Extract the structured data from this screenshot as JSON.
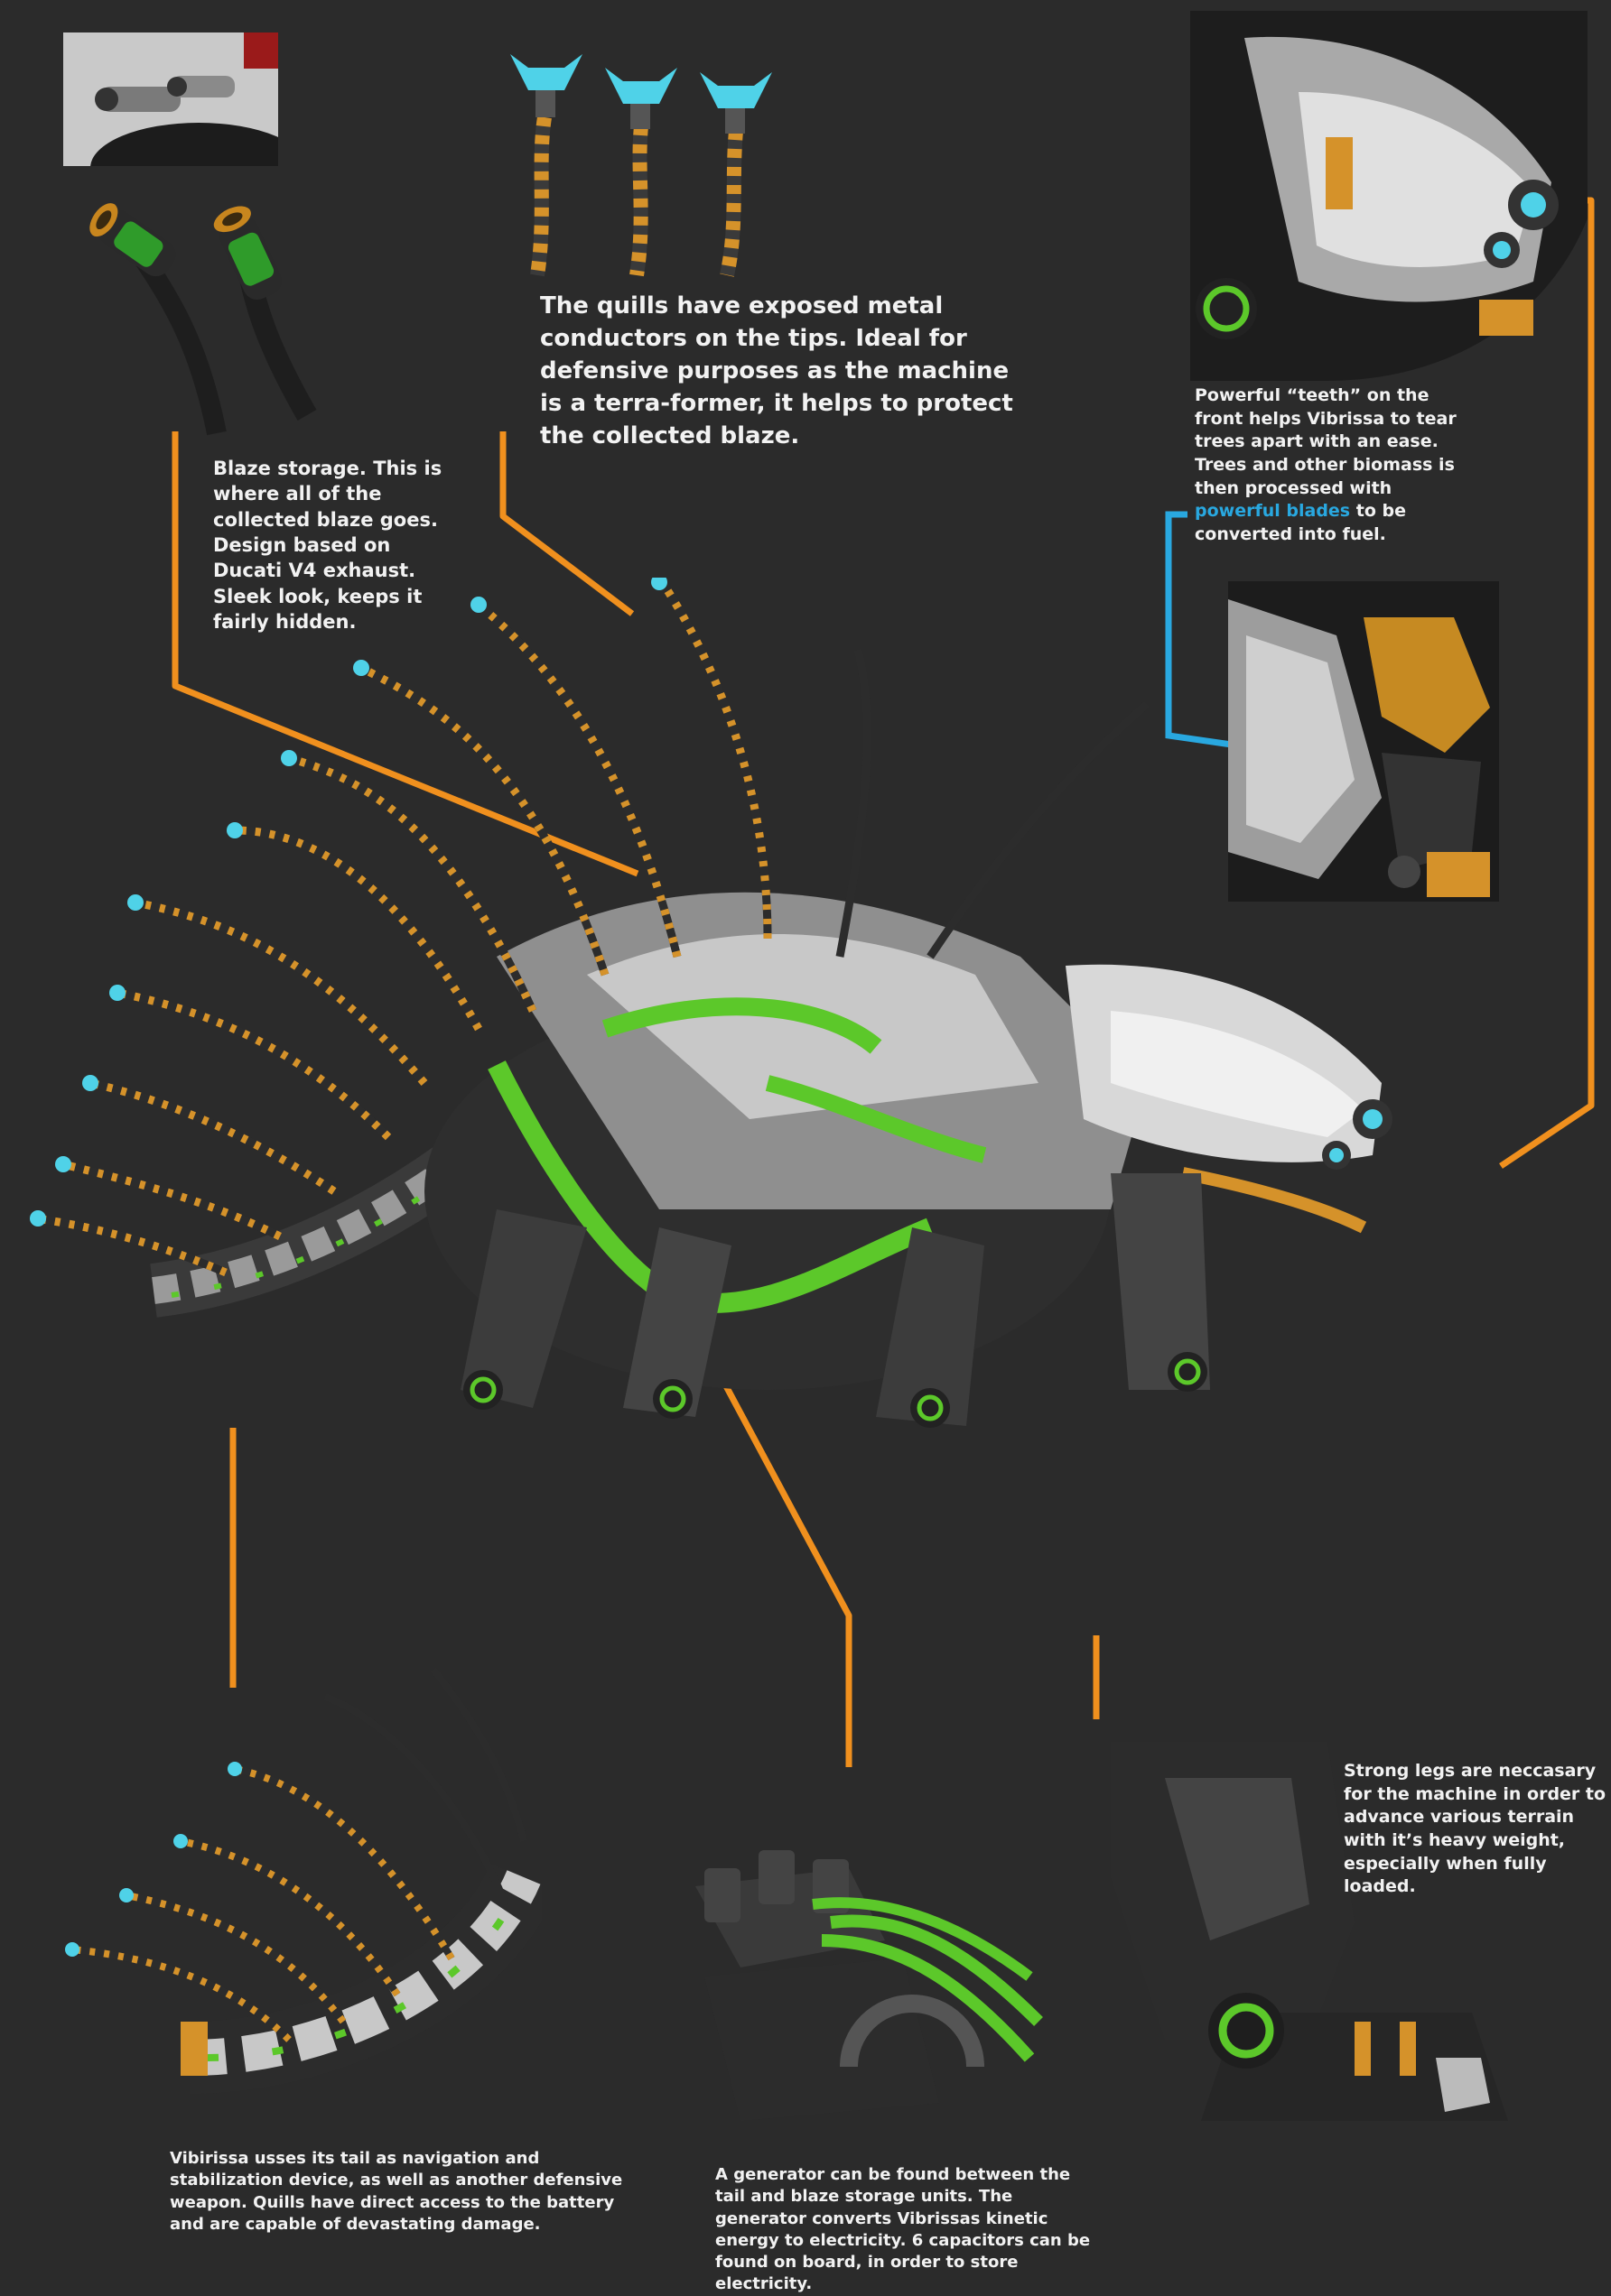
{
  "captions": {
    "quills": "The quills have exposed metal conductors on the tips. Ideal for defensive purposes as the machine is a terra-former, it helps to protect the collected blaze.",
    "blaze": "Blaze storage. This is where all of the collected blaze goes. Design based on Ducati V4 exhaust. Sleek look, keeps it fairly hidden.",
    "teeth_part1": "Powerful “teeth” on the front helps Vibrissa to tear trees apart with an ease. Trees and other biomass is then processed with ",
    "teeth_highlight": "powerful blades",
    "teeth_part2": " to be converted into fuel.",
    "legs": "Strong  legs are neccasary for the machine in order to advance various terrain with it’s heavy weight, especially when fully loaded.",
    "tail": "Vibirissa usses its tail as navigation and stabilization device, as well as another defensive weapon. Quills have direct access to the battery and are capable of devastating damage.",
    "generator": "A generator can be found between the tail and blaze storage units. The generator converts Vibrissas kinetic energy to electricity. 6 capacitors can be found on board, in order to store electricity."
  },
  "colors": {
    "background": "#2b2b2b",
    "callout_orange": "#f0901e",
    "callout_blue": "#29a8e0",
    "accent_green": "#5cc82a",
    "accent_cyan": "#4fd2e8",
    "metal_dark": "#3a3a3a",
    "metal_light": "#bdbdbd"
  }
}
